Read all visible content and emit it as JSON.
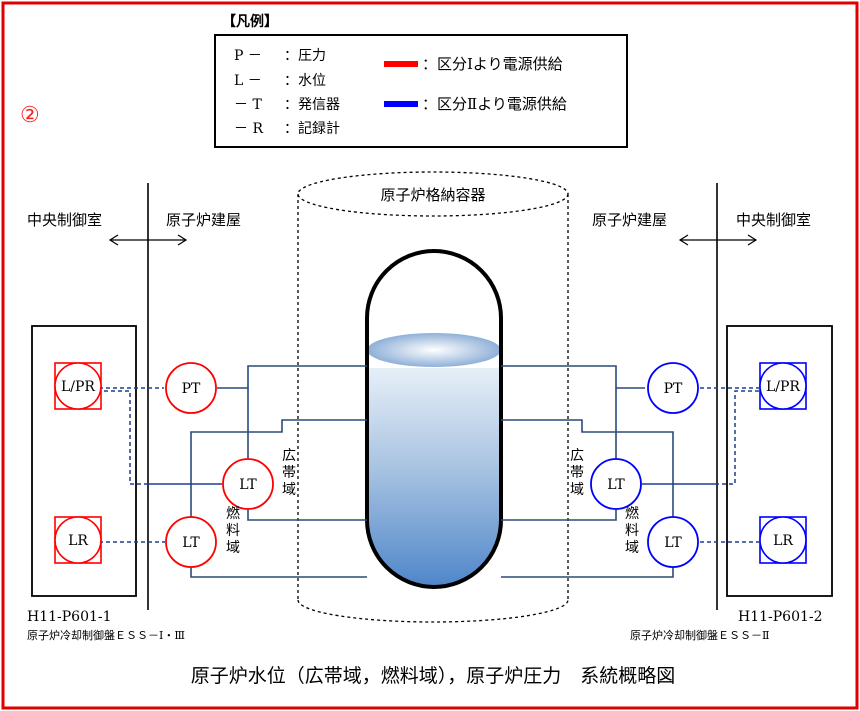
{
  "marker": "②",
  "legend": {
    "title": "【凡例】",
    "rows": [
      {
        "code": "P －",
        "desc": "：圧力"
      },
      {
        "code": "L －",
        "desc": "：水位"
      },
      {
        "code": "－ T",
        "desc": "：発信器"
      },
      {
        "code": "－ R",
        "desc": "：記録計"
      }
    ],
    "lines": [
      {
        "label": "：区分Ⅰより電源供給",
        "color": "#ff0000"
      },
      {
        "label": "：区分Ⅱより電源供給",
        "color": "#0000ff"
      }
    ]
  },
  "containment_label": "原子炉格納容器",
  "left": {
    "room_label": "中央制御室",
    "building_label": "原子炉建屋",
    "recorders": [
      "L/PR",
      "LR"
    ],
    "transmitters": {
      "pt": "PT",
      "lt_wide": "LT",
      "lt_fuel": "LT"
    },
    "range_wide": "広帯域",
    "range_fuel": "燃料域",
    "panel_id": "H11-P601-1",
    "panel_name": "原子炉冷却制御盤ＥＳＳ－Ⅰ・Ⅲ"
  },
  "right": {
    "room_label": "中央制御室",
    "building_label": "原子炉建屋",
    "recorders": [
      "L/PR",
      "LR"
    ],
    "transmitters": {
      "pt": "PT",
      "lt_wide": "LT",
      "lt_fuel": "LT"
    },
    "range_wide": "広帯域",
    "range_fuel": "燃料域",
    "panel_id": "H11-P601-2",
    "panel_name": "原子炉冷却制御盤ＥＳＳ－Ⅱ"
  },
  "caption": "原子炉水位（広帯域，燃料域），原子炉圧力　系統概略図",
  "colors": {
    "division1": "#ff0000",
    "division2": "#0000ff",
    "frame": "#e00000",
    "marker": "#ff2020"
  }
}
